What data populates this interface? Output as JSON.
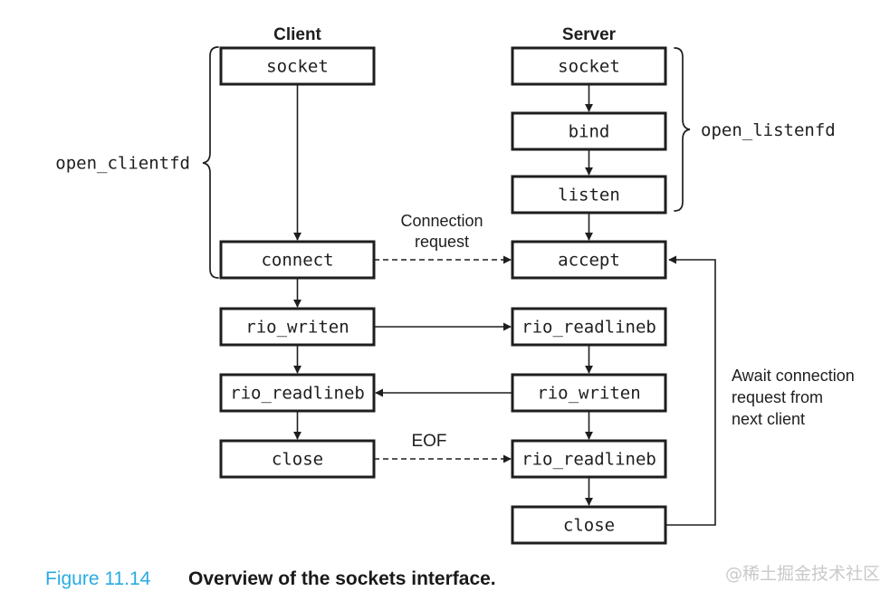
{
  "headers": {
    "client": "Client",
    "server": "Server"
  },
  "client_boxes": {
    "socket": "socket",
    "connect": "connect",
    "rio_writen": "rio_writen",
    "rio_readlineb": "rio_readlineb",
    "close": "close"
  },
  "server_boxes": {
    "socket": "socket",
    "bind": "bind",
    "listen": "listen",
    "accept": "accept",
    "rio_readlineb_1": "rio_readlineb",
    "rio_writen": "rio_writen",
    "rio_readlineb_2": "rio_readlineb",
    "close": "close"
  },
  "annotations": {
    "open_clientfd": "open_clientfd",
    "open_listenfd": "open_listenfd",
    "connection_request_line1": "Connection",
    "connection_request_line2": "request",
    "eof": "EOF",
    "await_line1": "Await connection",
    "await_line2": "request from",
    "await_line3": "next client"
  },
  "caption": {
    "figure_label": "Figure 11.14",
    "title": "Overview of the sockets interface."
  },
  "watermark": "@稀土掘金技术社区",
  "colors": {
    "ink": "#1e1e1e",
    "figure_label": "#29abe2",
    "watermark": "#c9c9c9"
  }
}
